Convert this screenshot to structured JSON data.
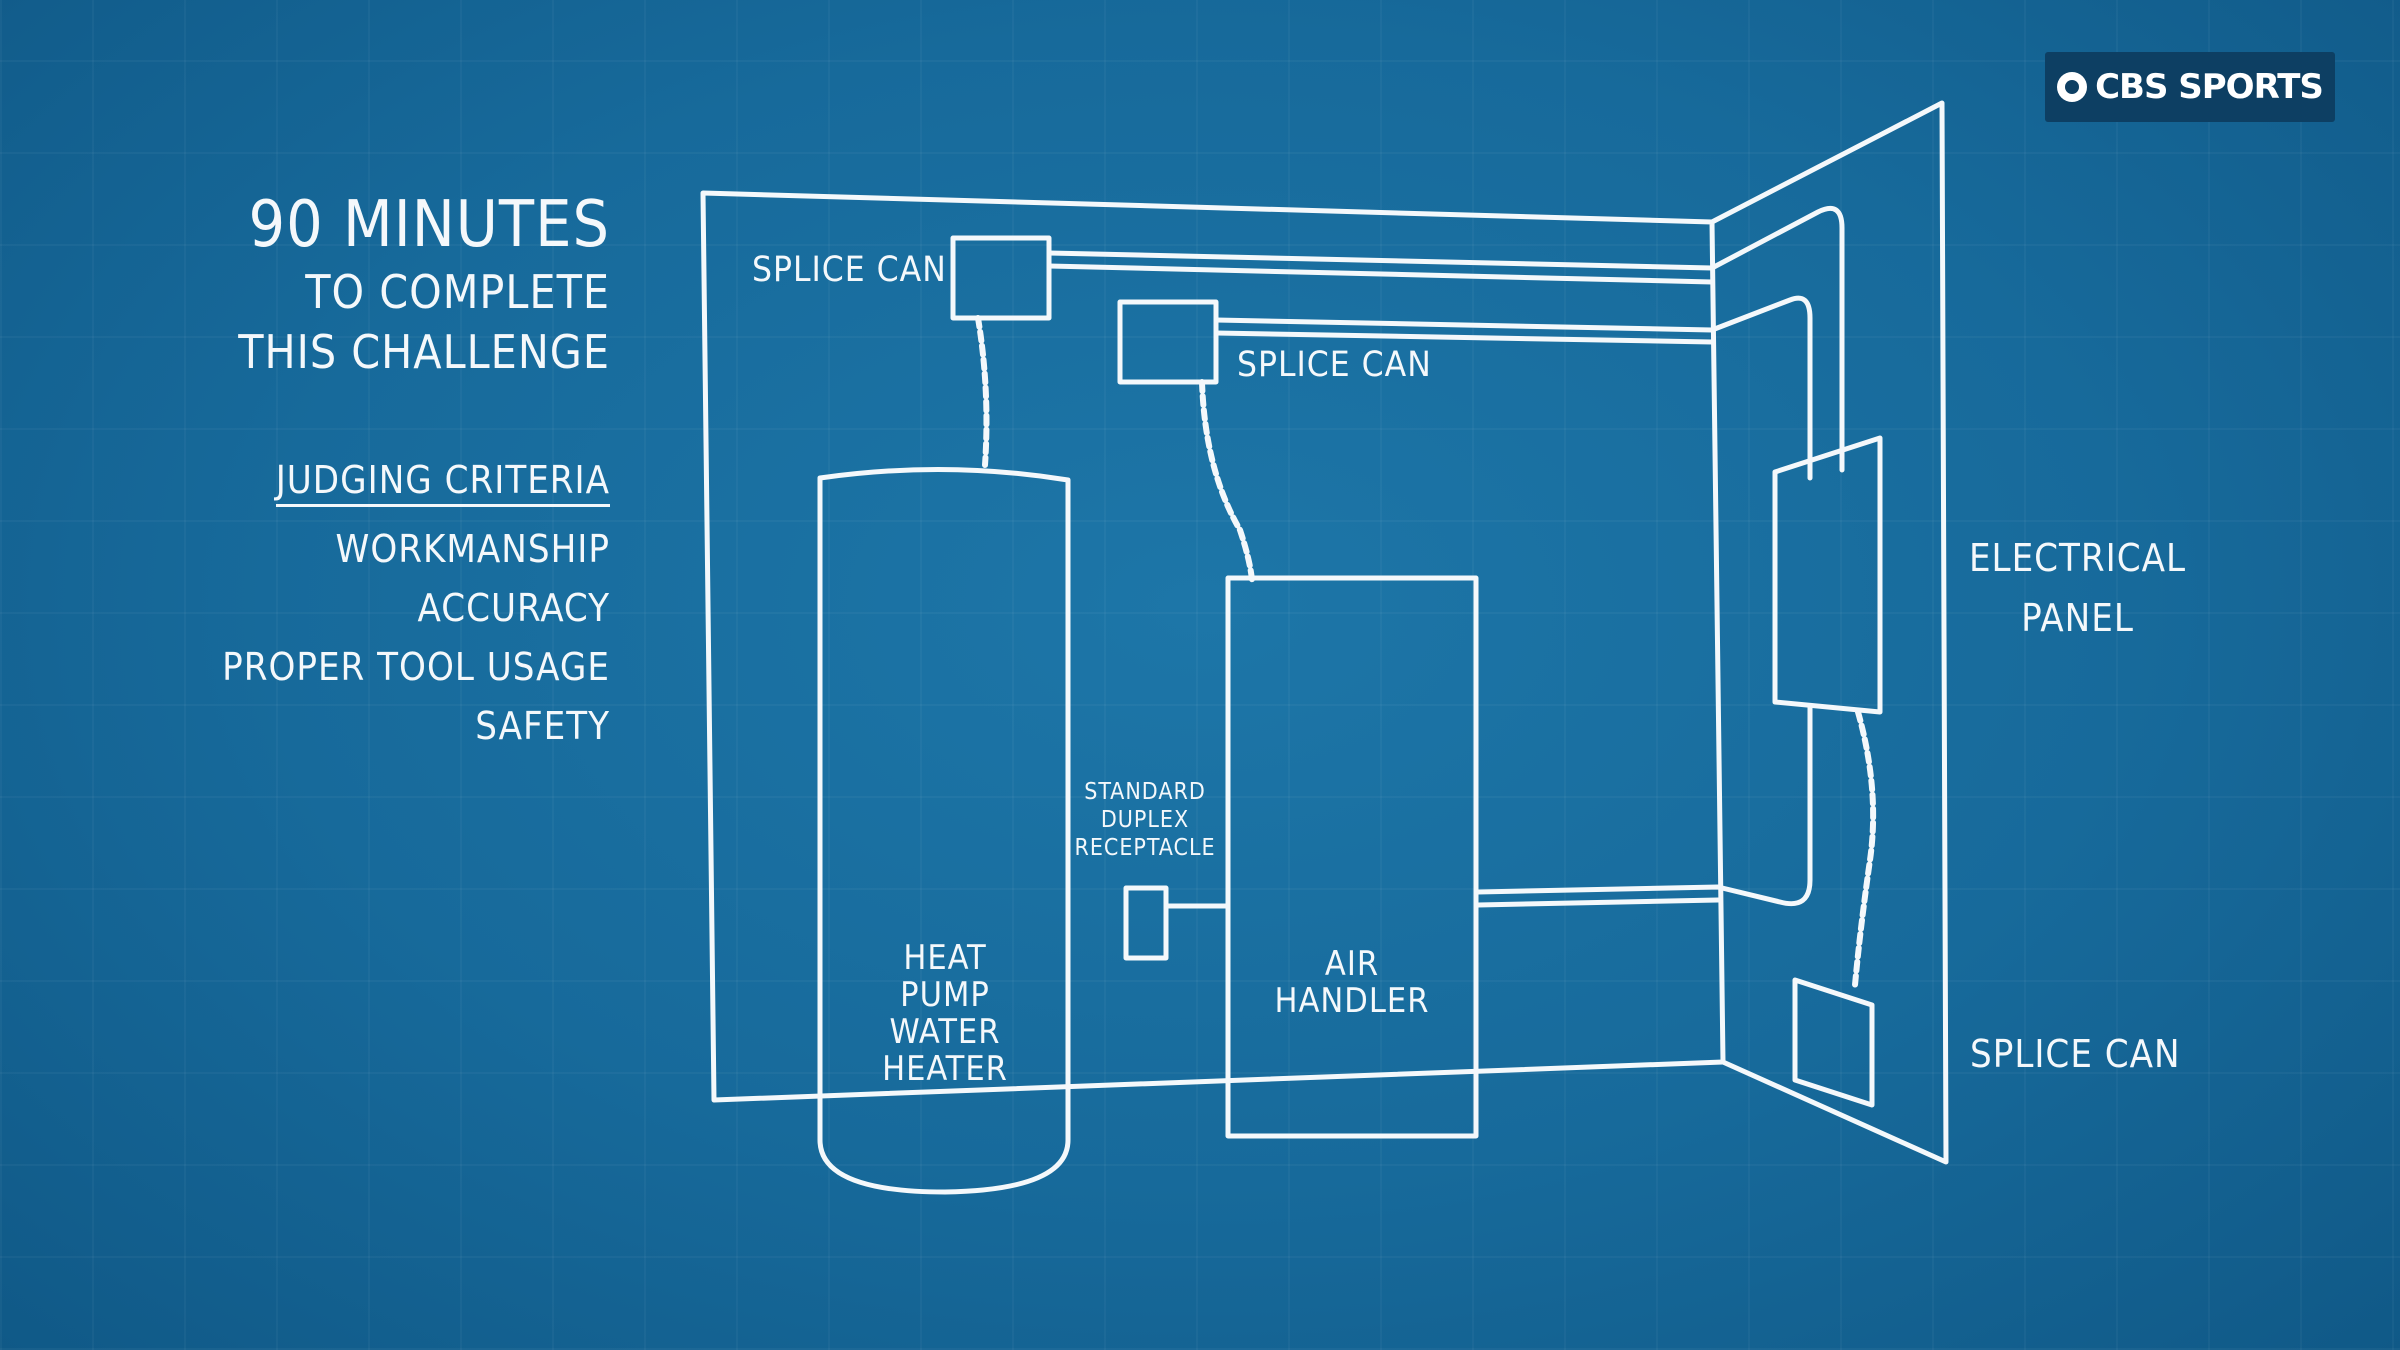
{
  "logo": {
    "text": "CBS SPORTS"
  },
  "challenge": {
    "headline": "90 MINUTES",
    "line2": "TO COMPLETE",
    "line3": "THIS CHALLENGE"
  },
  "criteria": {
    "heading": "JUDGING CRITERIA",
    "items": [
      "WORKMANSHIP",
      "ACCURACY",
      "PROPER TOOL USAGE",
      "SAFETY"
    ]
  },
  "diagram": {
    "splice_can_1": "SPLICE CAN",
    "splice_can_2": "SPLICE CAN",
    "splice_can_3": "SPLICE CAN",
    "water_heater": [
      "HEAT",
      "PUMP",
      "WATER",
      "HEATER"
    ],
    "receptacle": [
      "STANDARD",
      "DUPLEX",
      "RECEPTACLE"
    ],
    "air_handler": [
      "AIR",
      "HANDLER"
    ],
    "electrical_panel": [
      "ELECTRICAL",
      "PANEL"
    ]
  }
}
